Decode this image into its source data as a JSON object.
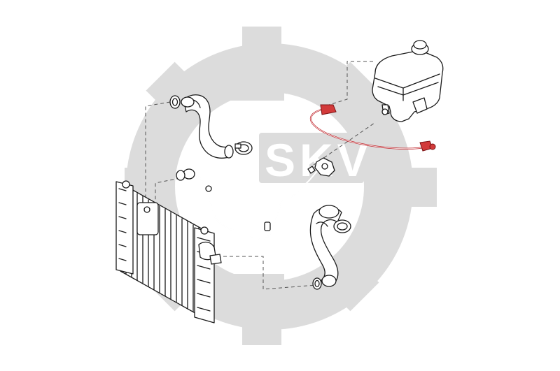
{
  "watermark": {
    "text": "SKV",
    "icon": "gear-logo"
  },
  "diagram": {
    "highlight_color": "#c0262c",
    "watermark_color": "#dcdcdc",
    "parts": [
      {
        "id": "radiator",
        "icon": "radiator"
      },
      {
        "id": "upper-hose",
        "icon": "hose"
      },
      {
        "id": "lower-hose",
        "icon": "hose"
      },
      {
        "id": "expansion-tank",
        "icon": "coolant-reservoir"
      },
      {
        "id": "vent-hose-highlighted",
        "icon": "hose",
        "highlighted": true
      },
      {
        "id": "return-pipe",
        "icon": "pipe"
      },
      {
        "id": "hose-clamp",
        "icon": "clamp"
      },
      {
        "id": "o-ring",
        "icon": "seal-ring"
      },
      {
        "id": "connector-flange",
        "icon": "flange"
      }
    ]
  }
}
